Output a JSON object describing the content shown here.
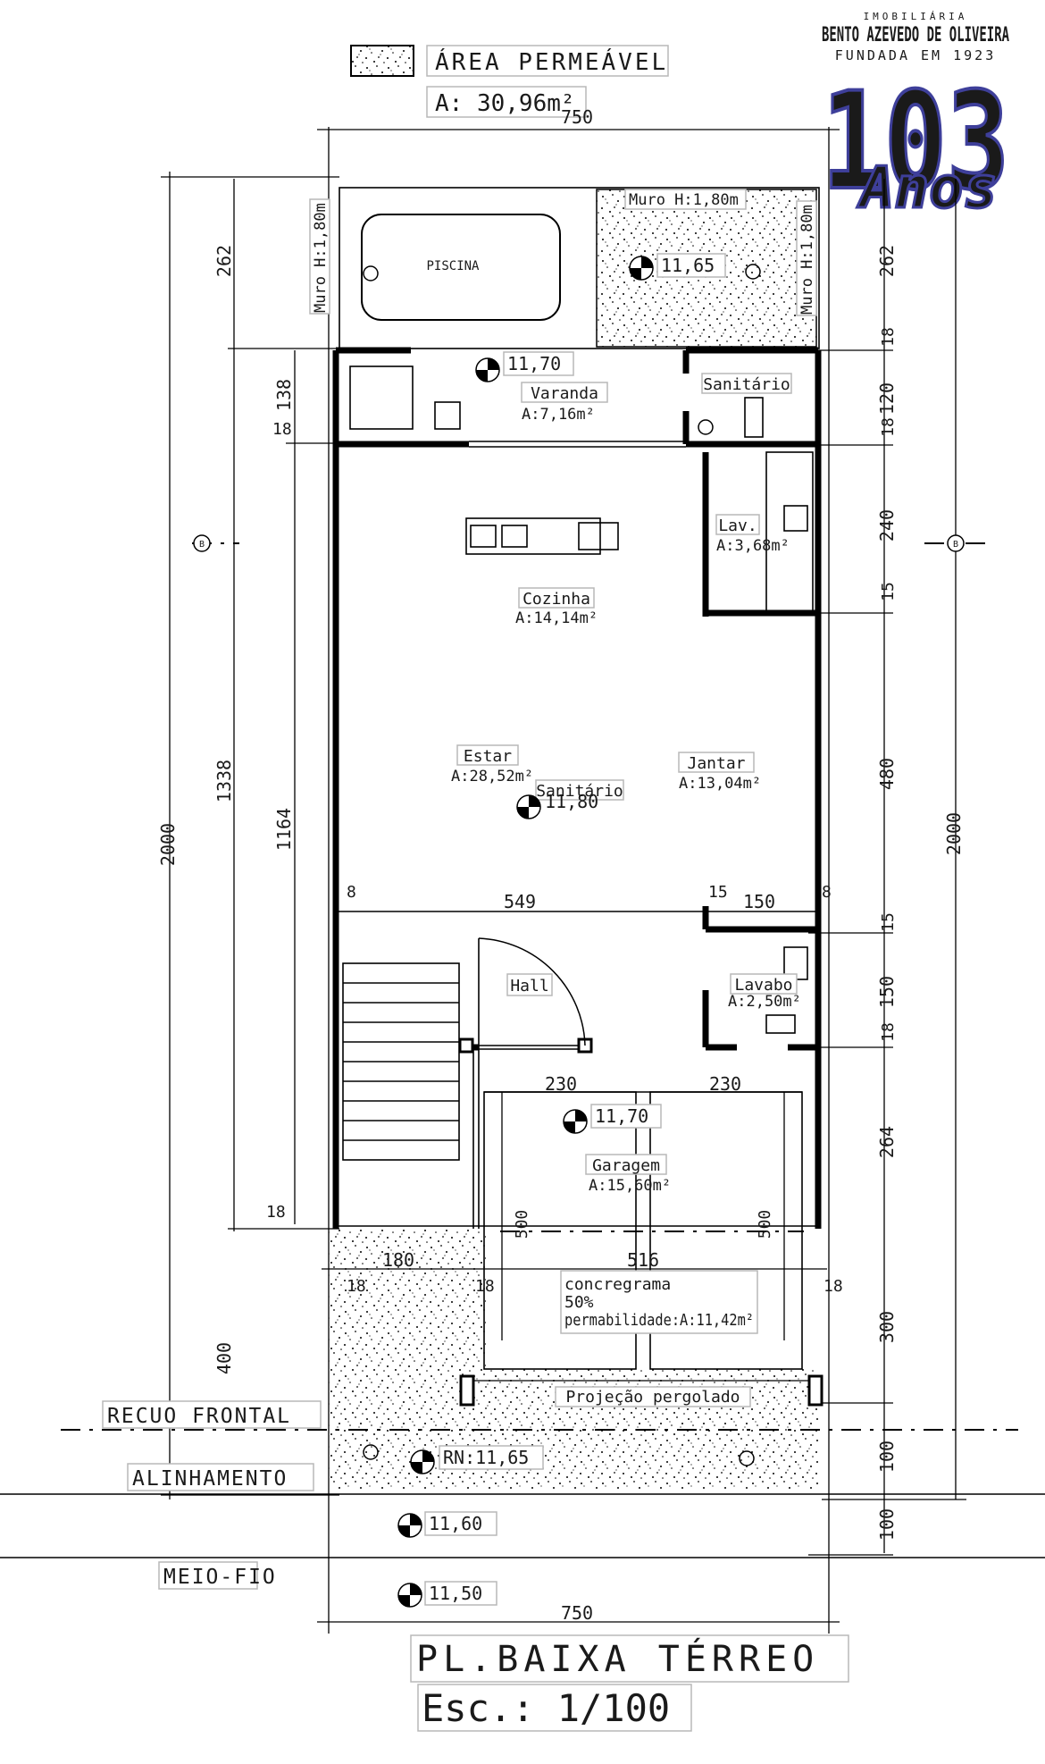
{
  "legend": {
    "label": "ÁREA PERMEÁVEL",
    "area": "A: 30,96m²"
  },
  "logo": {
    "line1": "IMOBILIÁRIA",
    "line2": "BENTO AZEVEDO DE OLIVEIRA",
    "line3": "FUNDADA EM 1923",
    "number": "103",
    "word": "Anos"
  },
  "dimensions": {
    "top_width": "750",
    "bottom_width": "750",
    "left_total": "2000",
    "left_1338": "1338",
    "left_1164": "1164",
    "left_262": "262",
    "left_138": "138",
    "left_400": "400",
    "left_18a": "18",
    "left_18b": "18",
    "right_262": "262",
    "right_18a": "18",
    "right_120": "120",
    "right_18b": "18",
    "right_240": "240",
    "right_15a": "15",
    "right_480": "480",
    "right_total": "2000",
    "right_15b": "15",
    "right_150": "150",
    "right_18c": "18",
    "right_264": "264",
    "right_300": "300",
    "right_100a": "100",
    "right_100b": "100",
    "inner_549": "549",
    "inner_15": "15",
    "inner_150": "150",
    "inner_8a": "8",
    "inner_8b": "8",
    "garage_230a": "230",
    "garage_230b": "230",
    "garage_500a": "500",
    "garage_500b": "500",
    "front_180": "180",
    "front_516": "516",
    "front_18a": "18",
    "front_18b": "18",
    "front_18c": "18"
  },
  "rooms": {
    "piscina": "PISCINA",
    "muro_left": "Muro H:1,80m",
    "muro_top": "Muro H:1,80m",
    "muro_right": "Muro H:1,80m",
    "varanda_name": "Varanda",
    "varanda_area": "A:7,16m²",
    "sanitario_top": "Sanitário",
    "lav_name": "Lav.",
    "lav_area": "A:3,68m²",
    "cozinha_name": "Cozinha",
    "cozinha_area": "A:14,14m²",
    "estar_name": "Estar",
    "estar_area": "A:28,52m²",
    "sanitario_mid": "Sanitário",
    "jantar_name": "Jantar",
    "jantar_area": "A:13,04m²",
    "hall": "Hall",
    "lavabo_name": "Lavabo",
    "lavabo_area": "A:2,50m²",
    "garagem_name": "Garagem",
    "garagem_area": "A:15,60m²",
    "concregrama_1": "concregrama",
    "concregrama_2": "50%",
    "concregrama_3": "permabilidade:A:11,42m²",
    "projecao": "Projeção pergolado"
  },
  "levels": {
    "quintal": "11,65",
    "varanda": "11,70",
    "interior": "11,80",
    "garagem": "11,70",
    "rn": "RN:11,65",
    "calcada": "11,60",
    "rua": "11,50"
  },
  "grid_markers": {
    "left": "B",
    "right": "B"
  },
  "street_lines": {
    "recuo": "RECUO FRONTAL",
    "alinhamento": "ALINHAMENTO",
    "meio_fio": "MEIO-FIO"
  },
  "title": {
    "main": "PL.BAIXA TÉRREO",
    "scale": "Esc.: 1/100"
  }
}
